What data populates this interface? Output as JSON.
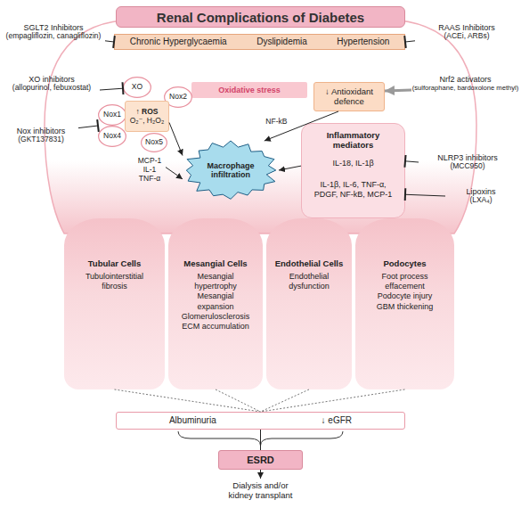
{
  "diagram": {
    "title": "Renal Complications of Diabetes",
    "nodes": [
      {
        "text": [
          "SGLT2 Inhibitors",
          "(empagliflozin, canagliflozin)"
        ]
      },
      {
        "text": [
          "Chronic Hyperglycaemia",
          "Dyslipidemia",
          "Hypertension"
        ]
      },
      {
        "text": [
          "RAAS Inhibitors",
          "(ACEi, ARBs)"
        ]
      },
      {
        "text": [
          "Oxidative stress"
        ]
      },
      {
        "text": [
          "XO inhibitors",
          "(allopurinol, febuxostat)"
        ]
      },
      {
        "text": [
          "XO"
        ]
      },
      {
        "text": [
          "Nox2"
        ]
      },
      {
        "text": [
          "↓ Antioxidant defence"
        ]
      },
      {
        "text": [
          "Nrf2 activators",
          "(sulforaphane, bardoxolone methyl)"
        ]
      },
      {
        "text": [
          "Nox1"
        ]
      },
      {
        "text": [
          "↑ ROS",
          "O₂⁻, H₂O₂"
        ]
      },
      {
        "text": [
          "Nox4"
        ]
      },
      {
        "text": [
          "Nox inhibitors",
          "(GKT137831)"
        ]
      },
      {
        "text": [
          "Inflammatory mediators",
          "IL-18, IL-1β",
          "IL-1β, IL-6, TNF-α, PDGF, NF-kB, MCP-1"
        ]
      },
      {
        "text": [
          "Nox5"
        ]
      },
      {
        "text": [
          "MCP-1 IL-1 TNF-α"
        ]
      },
      {
        "text": [
          "Macrophage infiltration"
        ]
      },
      {
        "text": [
          "NLRP3 inhibitors",
          "(MCC950)"
        ]
      },
      {
        "text": [
          "Lipoxins",
          "(LXA₄)"
        ]
      },
      {
        "text": [
          "Tubular Cells",
          "Tubulointerstitial fibrosis"
        ]
      },
      {
        "text": [
          "Mesangial Cells",
          "Mesangial hypertrophy Mesangial expansion Glomerulosclerosis ECM accumulation"
        ]
      },
      {
        "text": [
          "Endothelial Cells",
          "Endothelial dysfunction"
        ]
      },
      {
        "text": [
          "Podocytes",
          "Foot process effacement Podocyte injury GBM thickening"
        ]
      },
      {
        "text": [
          "Albuminuria",
          "↓ eGFR"
        ]
      },
      {
        "text": [
          "ESRD"
        ]
      },
      {
        "text": [
          "Dialysis and/or kidney transplant"
        ]
      }
    ],
    "edges": [
      {
        "from": 0,
        "to": 1,
        "arrow": "to"
      },
      {
        "from": 2,
        "to": 1,
        "arrow": "to"
      },
      {
        "from": 4,
        "to": 5,
        "arrow": "to"
      },
      {
        "from": 12,
        "to": 9,
        "arrow": "to"
      },
      {
        "from": 8,
        "to": 7,
        "arrow": "to"
      },
      {
        "from": 10,
        "to": 16,
        "arrow": "to"
      },
      {
        "from": 15,
        "to": 16,
        "arrow": "to"
      },
      {
        "from": 7,
        "to": 16,
        "arrow": "to",
        "label": "NF-kB"
      },
      {
        "from": 13,
        "to": 16,
        "arrow": "to"
      },
      {
        "from": 17,
        "to": 13,
        "arrow": "to"
      },
      {
        "from": 18,
        "to": 13,
        "arrow": "to"
      },
      {
        "from": 19,
        "to": 23,
        "arrow": "none"
      },
      {
        "from": 20,
        "to": 23,
        "arrow": "none"
      },
      {
        "from": 21,
        "to": 23,
        "arrow": "none"
      },
      {
        "from": 22,
        "to": 23,
        "arrow": "none"
      },
      {
        "from": 23,
        "to": 24,
        "arrow": "none"
      },
      {
        "from": 24,
        "to": 25,
        "arrow": "to"
      }
    ]
  }
}
